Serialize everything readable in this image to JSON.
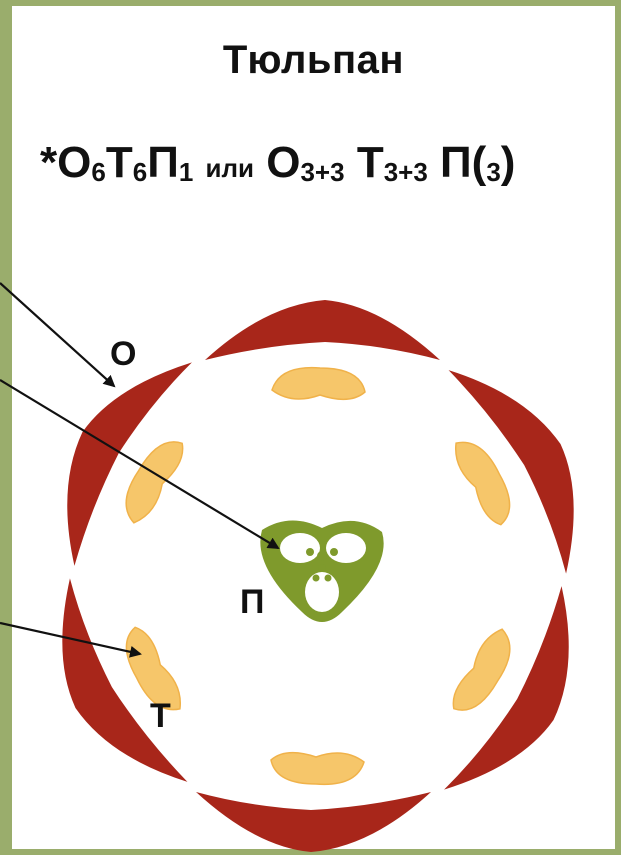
{
  "title": "Тюльпан",
  "formula": {
    "star": "*",
    "p1": "О",
    "p1_sub": "6",
    "p2": "Т",
    "p2_sub": "6",
    "p3": "П",
    "p3_sub": "1",
    "or_word": "или",
    "p4": "О",
    "p4_sub": "3+3",
    "p5": "Т",
    "p5_sub": "3+3",
    "p6": "П(",
    "p6_sub": "3",
    "p6_close": ")"
  },
  "labels": {
    "perianth_outer": "О",
    "perianth_inner": "Т",
    "pistil": "П"
  },
  "colors": {
    "frame": "#9aad6c",
    "tepal": "#a8261a",
    "stamen": "#f6c66a",
    "pistil": "#7f9a2c"
  }
}
